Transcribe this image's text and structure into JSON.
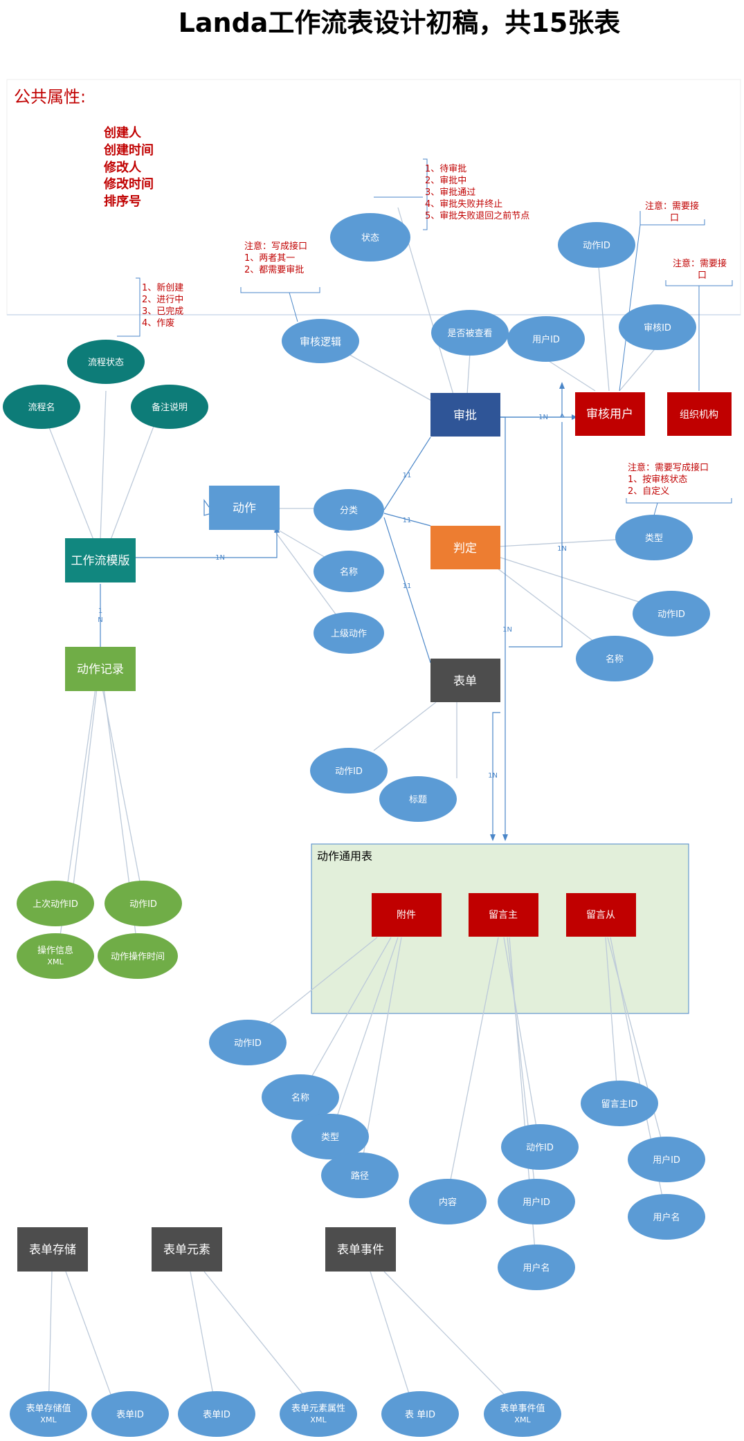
{
  "title": "Landa工作流表设计初稿，共15张表",
  "common": {
    "heading": "公共属性:",
    "items": [
      "创建人",
      "创建时间",
      "修改人",
      "修改时间",
      "排序号"
    ]
  },
  "colors": {
    "attr_blue": "#5b9bd5",
    "attr_teal": "#0d7c78",
    "attr_green": "#70ad47",
    "ent_teal": "#11877f",
    "ent_navy": "#2f5597",
    "ent_orange": "#ed7d31",
    "ent_green": "#70ad47",
    "ent_gray": "#4d4d4d",
    "ent_red": "#c00000",
    "group_fill": "#e2efda",
    "note_red": "#c00000",
    "connector": "#5b9bd5"
  },
  "entities": {
    "workflow_template": "工作流模版",
    "action": "动作",
    "action_record": "动作记录",
    "approval": "审批",
    "judge": "判定",
    "form": "表单",
    "audit_user": "审核用户",
    "organization": "组织机构",
    "attachment": "附件",
    "comment_main": "留言主",
    "comment_sub": "留言从",
    "form_storage": "表单存储",
    "form_element": "表单元素",
    "form_event": "表单事件"
  },
  "group_title": "动作通用表",
  "attributes": {
    "wf_name": "流程名",
    "wf_status": "流程状态",
    "wf_remark": "备注说明",
    "act_category": "分类",
    "act_name": "名称",
    "act_parent": "上级动作",
    "rec_prev_action": "上次动作ID",
    "rec_action": "动作ID",
    "rec_info": [
      "操作信息",
      "XML"
    ],
    "rec_time": "动作操作时间",
    "app_status": "状态",
    "app_logic": "审核逻辑",
    "app_viewed": "是否被查看",
    "au_action": "动作ID",
    "au_user": "用户ID",
    "au_audit": "审核ID",
    "jd_type": "类型",
    "jd_action": "动作ID",
    "jd_name": "名称",
    "fm_action": "动作ID",
    "fm_title": "标题",
    "at_action": "动作ID",
    "at_name": "名称",
    "at_type": "类型",
    "at_path": "路径",
    "cm_content": "内容",
    "cm_action": "动作ID",
    "cm_user": "用户ID",
    "cm_username": "用户名",
    "cs_main": "留言主ID",
    "cs_user": "用户ID",
    "cs_username": "用户名",
    "fs_value": [
      "表单存储值",
      "XML"
    ],
    "fs_form": "表单ID",
    "fe_form": "表单ID",
    "fe_attr": [
      "表单元素属性",
      "XML"
    ],
    "fv_form": "表 单ID",
    "fv_value": [
      "表单事件值",
      "XML"
    ]
  },
  "notes": {
    "wf_status": [
      "1、新创建",
      "2、进行中",
      "3、已完成",
      "4、作废"
    ],
    "app_status": [
      "1、待审批",
      "2、审批中",
      "3、审批通过",
      "4、审批失败并终止",
      "5、审批失败退回之前节点"
    ],
    "app_logic": [
      "注意：写成接口",
      "1、两者其一",
      "2、都需要审批"
    ],
    "au_note": [
      "注意：需要接",
      "口"
    ],
    "org_note": [
      "注意：需要接",
      "口"
    ],
    "jd_note": [
      "注意：需要写成接口",
      "1、按审核状态",
      "2、自定义"
    ]
  },
  "relations": {
    "tpl_action": "1N",
    "tpl_record_1": "1",
    "tpl_record_n": "N",
    "cat_approval": "11",
    "cat_judge": "11",
    "cat_form": "11",
    "app_user": "1N",
    "judge_user": "1N",
    "app_common": "1N",
    "form_common": "1N"
  }
}
